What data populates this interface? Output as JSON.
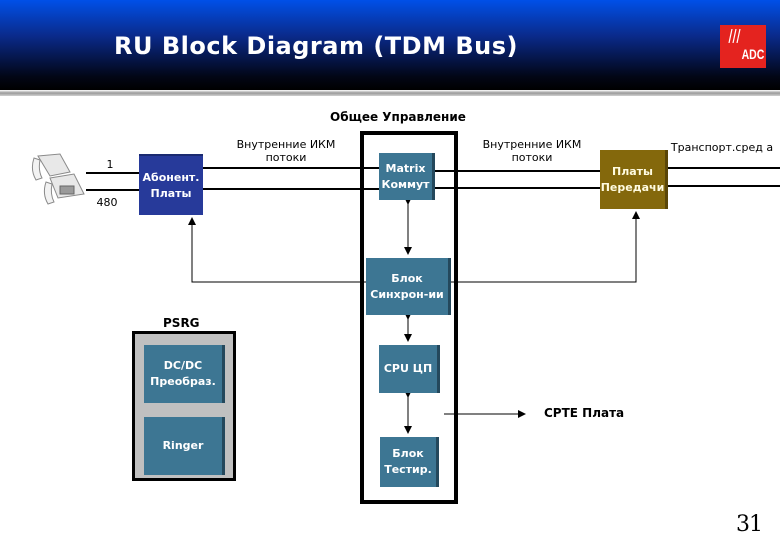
{
  "header": {
    "title": "RU Block Diagram (TDM Bus)",
    "logo_text": "ADC"
  },
  "diagram": {
    "section_title": "Общее Управление",
    "phones": {
      "icon": "telephone-icon",
      "count_top": "1",
      "count_bottom": "480"
    },
    "label_left_streams": "Внутренние ИКМ потоки",
    "label_right_streams": "Внутренние ИКМ потоки",
    "label_transport": "Транспорт.сред а",
    "blocks": {
      "subscriber_boards": "Абонент. Платы",
      "matrix_switch": "Matrix Коммут",
      "transmission_boards": "Платы Передачи",
      "sync_unit": "Блок Синхрон-ии",
      "cpu": "CPU ЦП",
      "test_unit": "Блок Тестир.",
      "dcdc": "DC/DC Преобраз.",
      "ringer": "Ringer"
    },
    "psrg_label": "PSRG",
    "cpte_label": "CPTE Плата"
  },
  "footer": {
    "page_number": "31"
  },
  "colors": {
    "teal_block": "#3d7693",
    "navy_block": "#273a9a",
    "olive_block": "#84680c",
    "logo_red": "#e4231f",
    "psrg_fill": "#c0c0c0"
  }
}
